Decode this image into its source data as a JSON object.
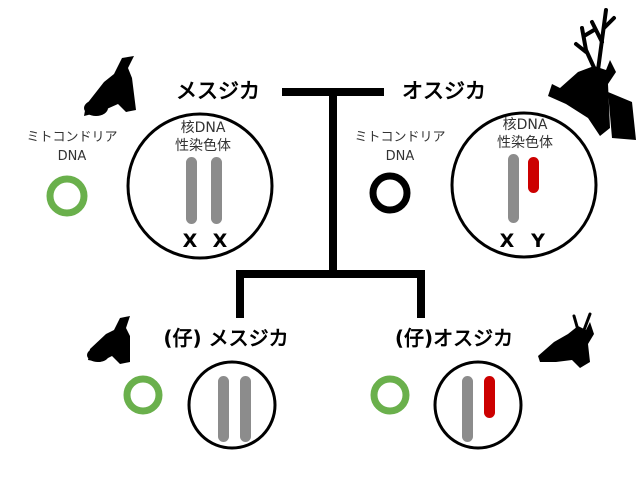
{
  "parents": {
    "female": {
      "title": "メスジカ",
      "mito_label_line1": "ミトコンドリア",
      "mito_label_line2": "DNA",
      "nuclear_label_line1": "核DNA",
      "nuclear_label_line2": "性染色体",
      "chrom_left": "X",
      "chrom_right": "X"
    },
    "male": {
      "title": "オスジカ",
      "mito_label_line1": "ミトコンドリア",
      "mito_label_line2": "DNA",
      "nuclear_label_line1": "核DNA",
      "nuclear_label_line2": "性染色体",
      "chrom_left": "X",
      "chrom_right": "Y"
    }
  },
  "offspring": {
    "female": {
      "title": "(仔) メスジカ"
    },
    "male": {
      "title": "(仔)オスジカ"
    }
  },
  "colors": {
    "mito_maternal": "#6ab04c",
    "mito_paternal": "#000000",
    "chrom_x": "#8c8c8c",
    "chrom_y": "#cc0000",
    "outline": "#000000"
  }
}
